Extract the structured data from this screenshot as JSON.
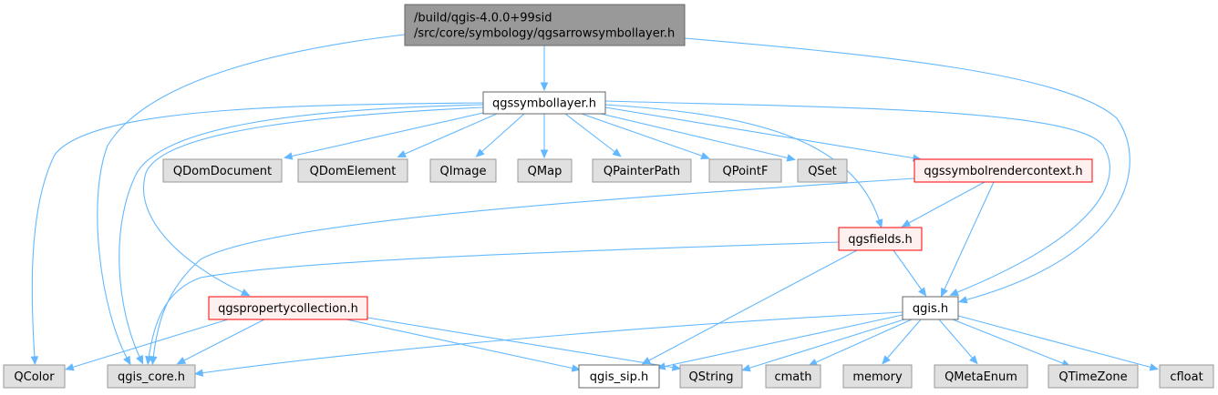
{
  "colors": {
    "edge": "#63b8ff",
    "root_fill": "#999999",
    "root_border": "#666666",
    "doc_fill": "#ffffff",
    "doc_border": "#666666",
    "missing_fill": "#e0e0e0",
    "missing_border": "#999999",
    "truncated_fill": "#fff0f0",
    "truncated_border": "#ff0000"
  },
  "nodes": {
    "root": {
      "lines": [
        "/build/qgis-4.0.0+99sid",
        "/src/core/symbology/qgsarrowsymbollayer.h"
      ],
      "style": "root"
    },
    "qgssymbollayer": {
      "lines": [
        "qgssymbollayer.h"
      ],
      "style": "doc"
    },
    "QDomDocument": {
      "lines": [
        "QDomDocument"
      ],
      "style": "missing"
    },
    "QDomElement": {
      "lines": [
        "QDomElement"
      ],
      "style": "missing"
    },
    "QImage": {
      "lines": [
        "QImage"
      ],
      "style": "missing"
    },
    "QMap": {
      "lines": [
        "QMap"
      ],
      "style": "missing"
    },
    "QPainterPath": {
      "lines": [
        "QPainterPath"
      ],
      "style": "missing"
    },
    "QPointF": {
      "lines": [
        "QPointF"
      ],
      "style": "missing"
    },
    "QSet": {
      "lines": [
        "QSet"
      ],
      "style": "missing"
    },
    "qgssymbolrendercontext": {
      "lines": [
        "qgssymbolrendercontext.h"
      ],
      "style": "truncated"
    },
    "qgsfields": {
      "lines": [
        "qgsfields.h"
      ],
      "style": "truncated"
    },
    "qgspropertycollection": {
      "lines": [
        "qgspropertycollection.h"
      ],
      "style": "truncated"
    },
    "qgis": {
      "lines": [
        "qgis.h"
      ],
      "style": "doc"
    },
    "QColor": {
      "lines": [
        "QColor"
      ],
      "style": "missing"
    },
    "qgis_core": {
      "lines": [
        "qgis_core.h"
      ],
      "style": "missing"
    },
    "qgis_sip": {
      "lines": [
        "qgis_sip.h"
      ],
      "style": "doc"
    },
    "QString": {
      "lines": [
        "QString"
      ],
      "style": "missing"
    },
    "cmath": {
      "lines": [
        "cmath"
      ],
      "style": "missing"
    },
    "memory": {
      "lines": [
        "memory"
      ],
      "style": "missing"
    },
    "QMetaEnum": {
      "lines": [
        "QMetaEnum"
      ],
      "style": "missing"
    },
    "QTimeZone": {
      "lines": [
        "QTimeZone"
      ],
      "style": "missing"
    },
    "cfloat": {
      "lines": [
        "cfloat"
      ],
      "style": "missing"
    }
  },
  "edges": [
    [
      "root",
      "qgssymbollayer"
    ],
    [
      "root",
      "qgis_core"
    ],
    [
      "root",
      "qgis"
    ],
    [
      "qgssymbollayer",
      "QDomDocument"
    ],
    [
      "qgssymbollayer",
      "QDomElement"
    ],
    [
      "qgssymbollayer",
      "QImage"
    ],
    [
      "qgssymbollayer",
      "QMap"
    ],
    [
      "qgssymbollayer",
      "QPainterPath"
    ],
    [
      "qgssymbollayer",
      "QPointF"
    ],
    [
      "qgssymbollayer",
      "QSet"
    ],
    [
      "qgssymbollayer",
      "qgssymbolrendercontext"
    ],
    [
      "qgssymbollayer",
      "qgsfields"
    ],
    [
      "qgssymbollayer",
      "qgis"
    ],
    [
      "qgssymbollayer",
      "qgspropertycollection"
    ],
    [
      "qgssymbollayer",
      "QColor"
    ],
    [
      "qgssymbollayer",
      "qgis_core"
    ],
    [
      "qgssymbolrendercontext",
      "qgsfields"
    ],
    [
      "qgssymbolrendercontext",
      "qgis"
    ],
    [
      "qgssymbolrendercontext",
      "qgis_core"
    ],
    [
      "qgsfields",
      "qgis"
    ],
    [
      "qgsfields",
      "qgis_sip"
    ],
    [
      "qgsfields",
      "qgis_core"
    ],
    [
      "qgspropertycollection",
      "QColor"
    ],
    [
      "qgspropertycollection",
      "qgis_core"
    ],
    [
      "qgspropertycollection",
      "qgis_sip"
    ],
    [
      "qgspropertycollection",
      "QString"
    ],
    [
      "qgis",
      "qgis_core"
    ],
    [
      "qgis",
      "qgis_sip"
    ],
    [
      "qgis",
      "QString"
    ],
    [
      "qgis",
      "cmath"
    ],
    [
      "qgis",
      "memory"
    ],
    [
      "qgis",
      "QMetaEnum"
    ],
    [
      "qgis",
      "QTimeZone"
    ],
    [
      "qgis",
      "cfloat"
    ]
  ]
}
